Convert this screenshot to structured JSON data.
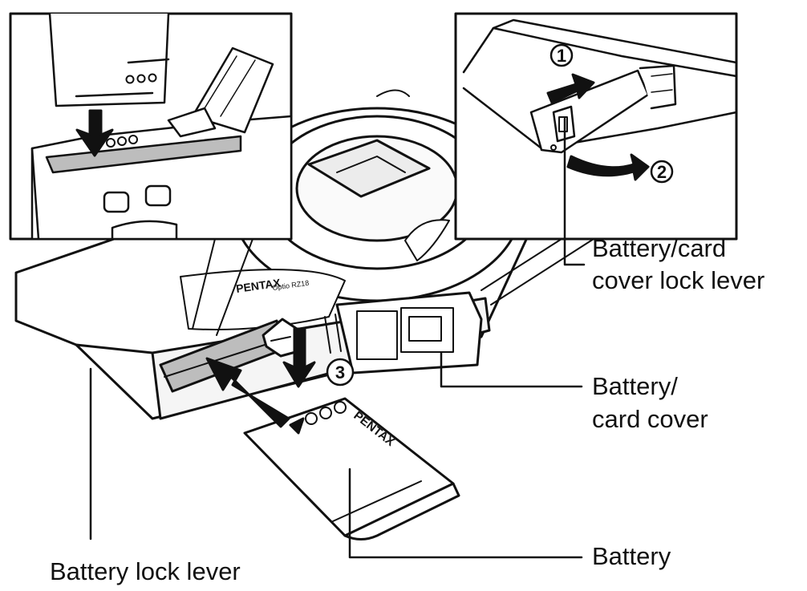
{
  "labels": {
    "lock_lever_cover_line1": "Battery/card",
    "lock_lever_cover_line2": "cover lock lever",
    "cover_line1": "Battery/",
    "cover_line2": "card cover",
    "battery": "Battery",
    "battery_lock_lever": "Battery lock lever"
  },
  "steps": [
    "1",
    "2",
    "3"
  ],
  "brand": {
    "camera_logo": "PENTAX",
    "camera_model": "Optio RZ18",
    "battery_logo": "PENTAX"
  },
  "colors": {
    "ink": "#111111",
    "fill": "#ffffff",
    "shade": "#bdbdbd"
  }
}
